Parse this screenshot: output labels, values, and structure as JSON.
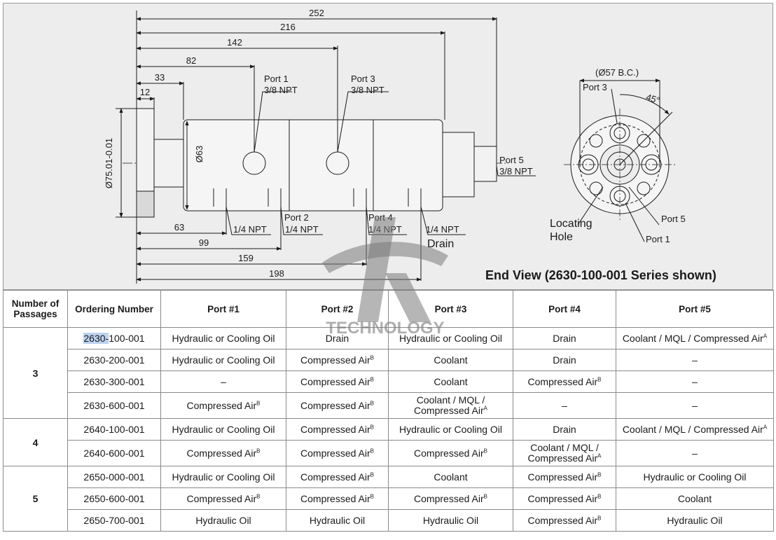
{
  "drawing": {
    "dims_top": {
      "d252": "252",
      "d216": "216",
      "d142": "142",
      "d82": "82",
      "d33": "33",
      "d12": "12"
    },
    "dims_bottom": {
      "d63": "63",
      "d99": "99",
      "d159": "159",
      "d198": "198"
    },
    "dia_flange": "Ø75.01-0.01",
    "dia_body": "Ø63",
    "ports": {
      "port1": {
        "name": "Port 1",
        "thread": "3/8 NPT"
      },
      "port3": {
        "name": "Port 3",
        "thread": "3/8 NPT"
      },
      "port5": {
        "name": "Port 5",
        "thread": "3/8 NPT"
      },
      "port2": {
        "name": "Port 2",
        "thread": "1/4 NPT"
      },
      "port4": {
        "name": "Port 4",
        "thread": "1/4 NPT"
      },
      "npt_a": "1/4 NPT",
      "drain_thread": "1/4 NPT",
      "drain": "Drain"
    },
    "end_view": {
      "bc": "(Ø57 B.C.)",
      "angle": "45°",
      "port3": "Port 3",
      "port5": "Port 5",
      "port1": "Port 1",
      "locating_1": "Locating",
      "locating_2": "Hole",
      "title": "End View (2630-100-001 Series shown)"
    },
    "watermark_text": "TECHNOLOGY"
  },
  "table": {
    "headers": {
      "passages_1": "Number of",
      "passages_2": "Passages",
      "ordering": "Ordering Number",
      "p1": "Port #1",
      "p2": "Port #2",
      "p3": "Port #3",
      "p4": "Port #4",
      "p5": "Port #5"
    },
    "groups": {
      "g3": "3",
      "g4": "4",
      "g5": "5"
    },
    "rows": [
      {
        "hl": "2630-",
        "num": "100-001",
        "p1": "Hydraulic or Cooling Oil",
        "p2": "Drain",
        "p3": "Hydraulic or Cooling Oil",
        "p4": "Drain",
        "p5": "Coolant / MQL / Compressed Air",
        "p5sup": "A"
      },
      {
        "num": "2630-200-001",
        "p1": "Hydraulic or Cooling Oil",
        "p2": "Compressed Air",
        "p2sup": "B",
        "p3": "Coolant",
        "p4": "Drain",
        "p5": "–"
      },
      {
        "num": "2630-300-001",
        "p1": "–",
        "p2": "Compressed Air",
        "p2sup": "B",
        "p3": "Coolant",
        "p4": "Compressed Air",
        "p4sup": "B",
        "p5": "–"
      },
      {
        "num": "2630-600-001",
        "p1": "Compressed Air",
        "p1sup": "B",
        "p2": "Compressed Air",
        "p2sup": "B",
        "p3a": "Coolant / MQL /",
        "p3b": "Compressed Air",
        "p3sup": "A",
        "p4": "–",
        "p5": "–"
      },
      {
        "num": "2640-100-001",
        "p1": "Hydraulic or Cooling Oil",
        "p2": "Compressed Air",
        "p2sup": "B",
        "p3": "Hydraulic or Cooling Oil",
        "p4": "Drain",
        "p5": "Coolant / MQL / Compressed Air",
        "p5sup": "A"
      },
      {
        "num": "2640-600-001",
        "p1": "Compressed Air",
        "p1sup": "B",
        "p2": "Compressed Air",
        "p2sup": "B",
        "p3": "Compressed Air",
        "p3sup": "B",
        "p4a": "Coolant / MQL /",
        "p4b": "Compressed Air",
        "p4sup": "A",
        "p5": "–"
      },
      {
        "num": "2650-000-001",
        "p1": "Hydraulic or Cooling Oil",
        "p2": "Compressed Air",
        "p2sup": "B",
        "p3": "Coolant",
        "p4": "Compressed Air",
        "p4sup": "B",
        "p5": "Hydraulic or Cooling Oil"
      },
      {
        "num": "2650-600-001",
        "p1": "Compressed Air",
        "p1sup": "B",
        "p2": "Compressed Air",
        "p2sup": "B",
        "p3": "Compressed Air",
        "p3sup": "B",
        "p4": "Compressed Air",
        "p4sup": "B",
        "p5": "Coolant"
      },
      {
        "num": "2650-700-001",
        "p1": "Hydraulic Oil",
        "p2": "Hydraulic Oil",
        "p3": "Hydraulic Oil",
        "p4": "Compressed Air",
        "p4sup": "B",
        "p5": "Hydraulic Oil"
      }
    ]
  }
}
